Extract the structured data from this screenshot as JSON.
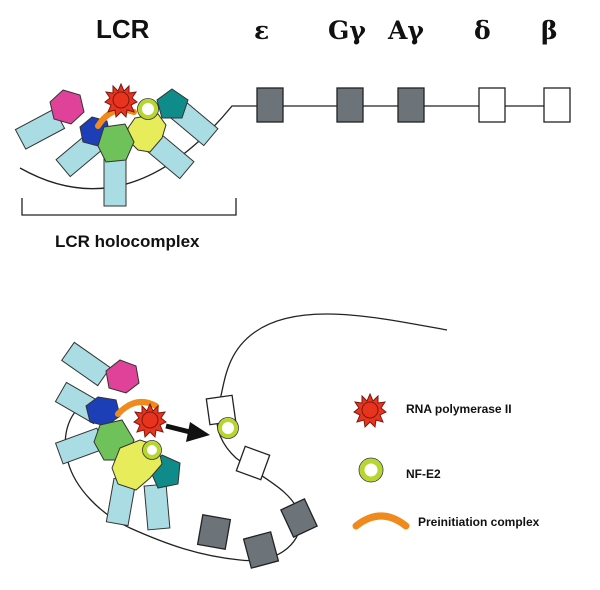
{
  "top": {
    "lcr_label": "LCR",
    "genes": [
      "ε",
      "Gγ",
      "Aγ",
      "δ",
      "β"
    ],
    "holocomplex_label": "LCR holocomplex"
  },
  "legend": {
    "rna_pol": "RNA polymerase II",
    "nfe2": "NF-E2",
    "preinit": "Preinitiation complex"
  },
  "colors": {
    "magenta": "#e0429a",
    "blue": "#1c3fb8",
    "green": "#6fc25a",
    "yellow": "#e6ec5a",
    "teal": "#0f8c8a",
    "light_blue": "#a9dde3",
    "red": "#e8331f",
    "orange": "#f08a1c",
    "nfe2_ring": "#b7d62e",
    "gray_gene": "#6c7479"
  }
}
